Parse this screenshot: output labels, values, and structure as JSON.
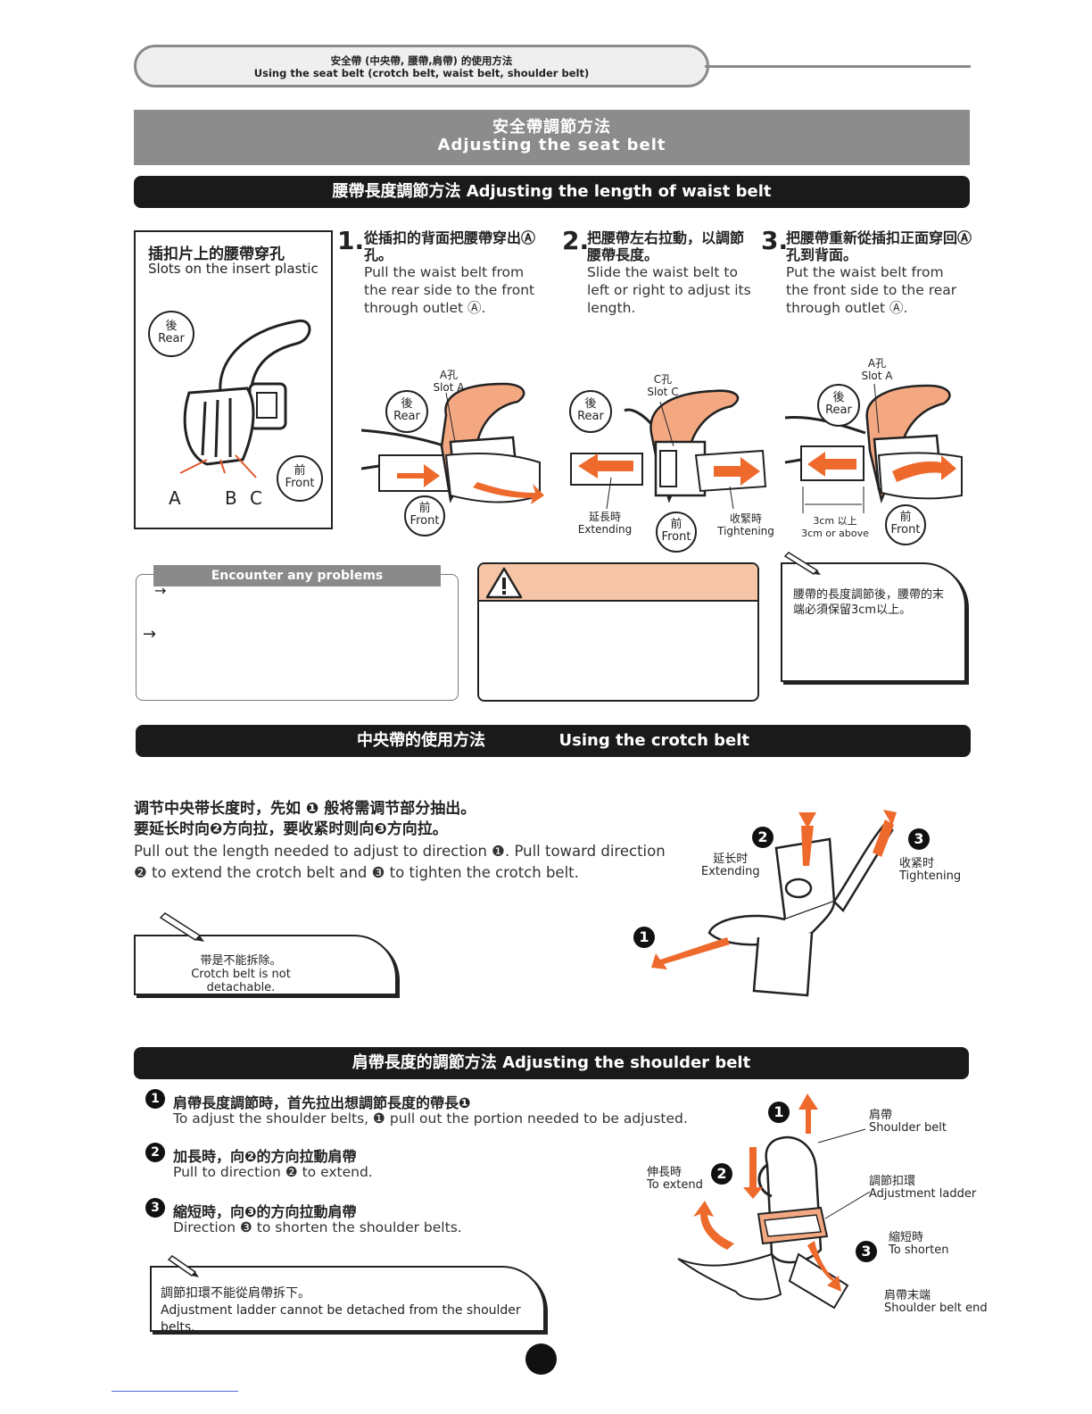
{
  "header_tab": {
    "zh": "安全帶 (中央帶, 腰帶,肩帶) 的使用方法",
    "en": "Using the seat belt (crotch belt, waist belt, shoulder belt)"
  },
  "banner": {
    "zh": "安全帶調節方法",
    "en": "Adjusting the seat belt"
  },
  "waist_section": {
    "title": "腰帶長度調節方法 Adjusting the length of waist belt",
    "insert_box": {
      "zh": "插扣片上的腰帶穿孔",
      "en": "Slots on the insert plastic",
      "rear_zh": "後",
      "rear_en": "Rear",
      "front_zh": "前",
      "front_en": "Front",
      "slot_a": "A",
      "slot_b": "B",
      "slot_c": "C"
    },
    "steps": [
      {
        "num": "1.",
        "zh": "從插扣的背面把腰帶穿出Ⓐ孔。",
        "en": "Pull the waist belt from the rear side to the front through outlet Ⓐ.",
        "slot_zh": "A孔",
        "slot_en": "Slot A",
        "rear_zh": "後",
        "rear_en": "Rear",
        "front_zh": "前",
        "front_en": "Front"
      },
      {
        "num": "2.",
        "zh": "把腰帶左右拉動，以調節腰帶長度。",
        "en": "Slide the waist belt to left or right to adjust its length.",
        "slot_zh": "C孔",
        "slot_en": "Slot C",
        "rear_zh": "後",
        "rear_en": "Rear",
        "front_zh": "前",
        "front_en": "Front",
        "extend_zh": "延長時",
        "extend_en": "Extending",
        "tighten_zh": "收緊時",
        "tighten_en": "Tightening"
      },
      {
        "num": "3.",
        "zh": "把腰帶重新從插扣正面穿回Ⓐ孔到背面。",
        "en": "Put the waist belt from the front side to the rear through outlet Ⓐ.",
        "slot_zh": "A孔",
        "slot_en": "Slot A",
        "rear_zh": "後",
        "rear_en": "Rear",
        "front_zh": "前",
        "front_en": "Front",
        "measure_zh": "3cm 以上",
        "measure_en": "3cm or above"
      }
    ],
    "problems_title": "Encounter any problems",
    "problems_arrow": "→",
    "warning_icon": "warning-triangle-icon",
    "note": "腰帶的長度調節後，腰帶的末端必須保留3cm以上。"
  },
  "crotch_section": {
    "title_zh": "中央帶的使用方法",
    "title_en": "Using the crotch belt",
    "zh_line1": "调节中央带长度时，先如 ❶ 般将需调节部分抽出。",
    "zh_line2": "要延长时向❷方向拉，要收紧时则向❸方向拉。",
    "en_line1": "Pull out the length needed to adjust to direction ❶. Pull toward direction",
    "en_line2": "❷ to extend the crotch belt and ❸ to tighten the crotch belt.",
    "note_zh": "带是不能拆除。",
    "note_en": "Crotch belt is not detachable.",
    "extend_zh": "延长时",
    "extend_en": "Extending",
    "tighten_zh": "收紧时",
    "tighten_en": "Tightening",
    "n1": "1",
    "n2": "2",
    "n3": "3"
  },
  "shoulder_section": {
    "title": "肩帶長度的調節方法  Adjusting the shoulder belt",
    "items": [
      {
        "n": "1",
        "zh": "肩帶長度調節時，首先拉出想調節長度的帶長❶",
        "en": "To adjust the shoulder belts, ❶ pull out the portion needed to be adjusted."
      },
      {
        "n": "2",
        "zh": "加長時，向❷的方向拉動肩帶",
        "en": "Pull to direction ❷ to extend."
      },
      {
        "n": "3",
        "zh": "縮短時，向❸的方向拉動肩帶",
        "en": "Direction ❸ to shorten the shoulder belts."
      }
    ],
    "note_zh": "調節扣環不能從肩帶拆下。",
    "note_en": "Adjustment ladder cannot be detached from the shoulder belts.",
    "labels": {
      "belt_zh": "肩帶",
      "belt_en": "Shoulder belt",
      "ladder_zh": "調節扣環",
      "ladder_en": "Adjustment ladder",
      "extend_zh": "伸長時",
      "extend_en": "To extend",
      "shorten_zh": "縮短時",
      "shorten_en": "To shorten",
      "end_zh": "肩帶末端",
      "end_en": "Shoulder belt end"
    }
  },
  "colors": {
    "accent": "#ee6a2c",
    "buckle": "#f3a882",
    "banner": "#8c8c8c",
    "warning": "#f6c4a6"
  }
}
